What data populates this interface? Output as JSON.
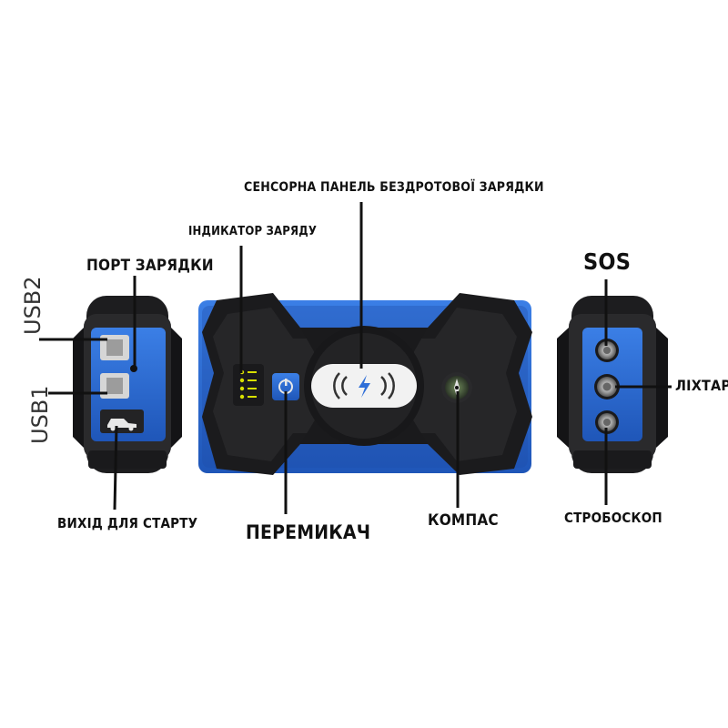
{
  "labels": {
    "wireless_panel": "СЕНСОРНА ПАНЕЛЬ БЕЗДРОТОВОЇ  ЗАРЯДКИ",
    "charge_indicator": "ІНДИКАТОР ЗАРЯДУ",
    "charge_port": "ПОРТ ЗАРЯДКИ",
    "usb2": "USB2",
    "usb1": "USB1",
    "start_output": "ВИХІД ДЛЯ СТАРТУ",
    "switch": "ПЕРЕМИКАЧ",
    "compass": "КОМПАС",
    "sos": "SOS",
    "flashlight": "ЛІХТАР",
    "strobe": "СТРОБОСКОП"
  },
  "colors": {
    "accent_blue": "#2f6fd8",
    "body_dark": "#1c1c1e",
    "indicator_yellow": "#d8e000",
    "line": "#111111"
  }
}
